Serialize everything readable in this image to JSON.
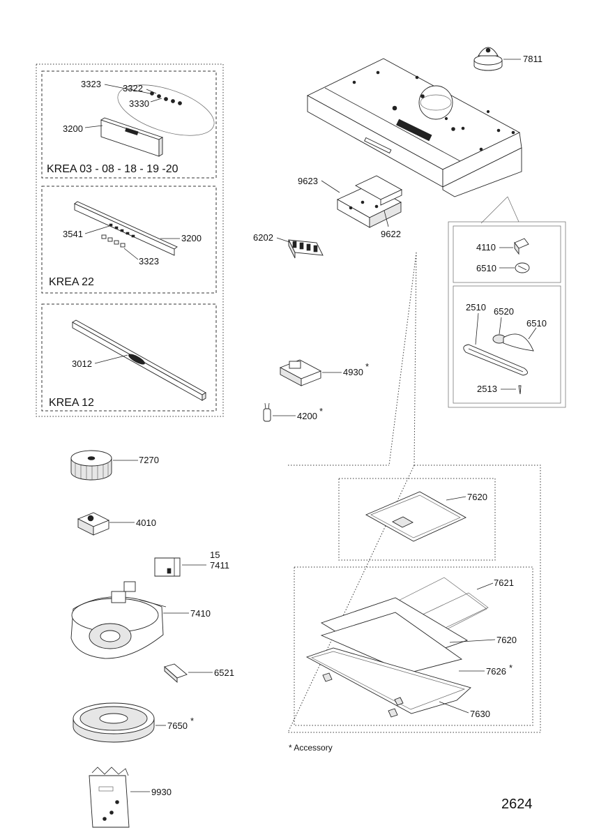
{
  "diagram": {
    "groups": {
      "krea_03": "KREA 03 - 08 - 18 - 19 -20",
      "krea_22": "KREA  22",
      "krea_12": "KREA  12"
    },
    "labels": {
      "p3323a": "3323",
      "p3322": "3322",
      "p3330": "3330",
      "p3200a": "3200",
      "p3541": "3541",
      "p3200b": "3200",
      "p3323b": "3323",
      "p3012": "3012",
      "p7811": "7811",
      "p9623": "9623",
      "p9622": "9622",
      "p6202": "6202",
      "p4110": "4110",
      "p6510a": "6510",
      "p2510": "2510",
      "p6520": "6520",
      "p6510b": "6510",
      "p2513": "2513",
      "p4930": "4930",
      "p4200": "4200",
      "p7270": "7270",
      "p4010": "4010",
      "p15": "15",
      "p7411": "7411",
      "p7410": "7410",
      "p6521": "6521",
      "p7650": "7650",
      "p9930": "9930",
      "p7620a": "7620",
      "p7621": "7621",
      "p7620b": "7620",
      "p7626": "7626",
      "p7630": "7630"
    },
    "asterisk": "*",
    "footnote": "* Accessory",
    "page_number": "2624"
  }
}
